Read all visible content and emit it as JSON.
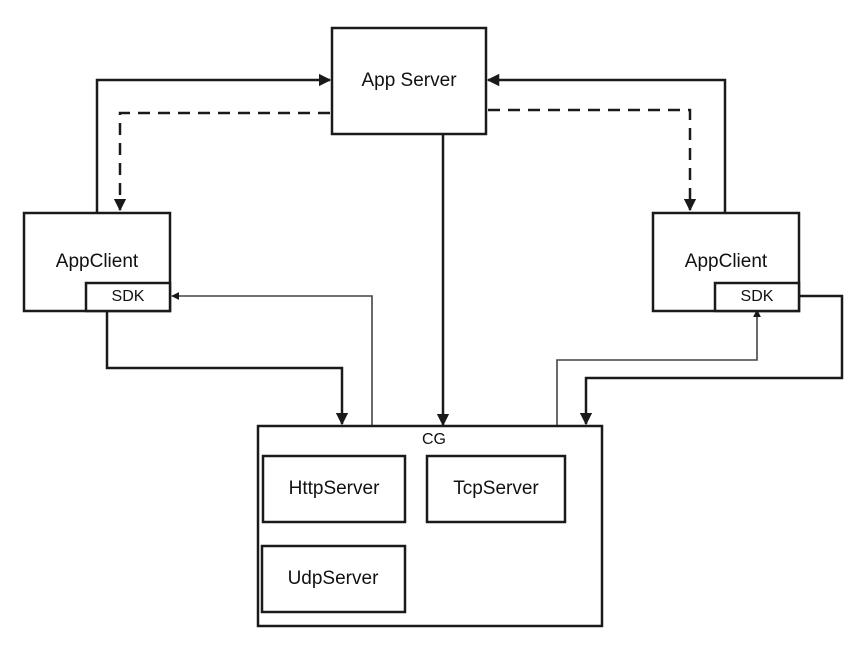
{
  "nodes": {
    "app_server": "App Server",
    "left_client": {
      "label": "AppClient",
      "sdk": "SDK"
    },
    "right_client": {
      "label": "AppClient",
      "sdk": "SDK"
    },
    "cg": {
      "label": "CG",
      "http": "HttpServer",
      "tcp": "TcpServer",
      "udp": "UdpServer"
    }
  }
}
